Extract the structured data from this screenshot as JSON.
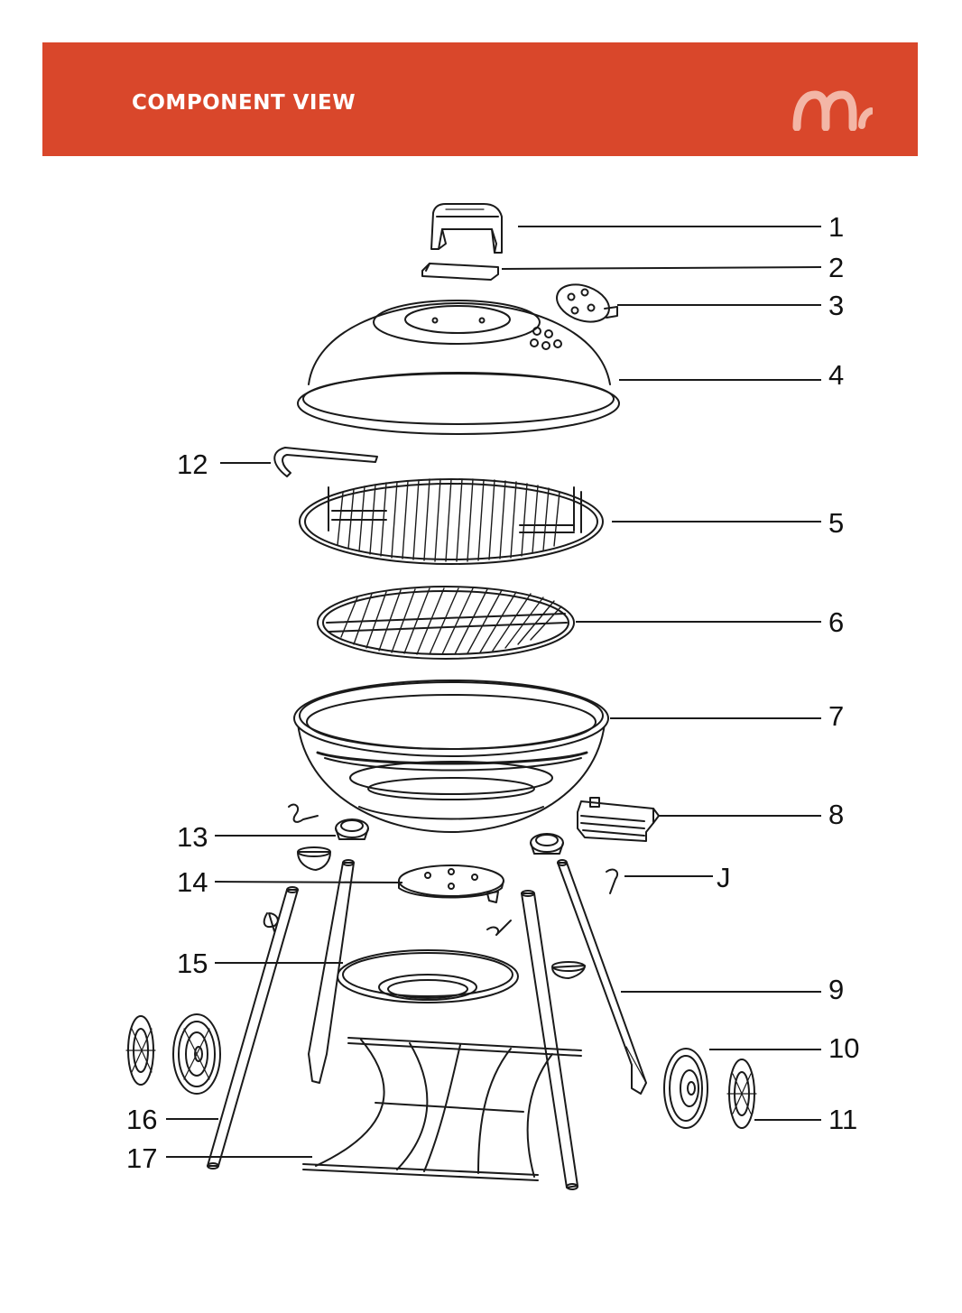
{
  "header": {
    "title": "COMPONENT VIEW",
    "background_color": "#d9472b",
    "logo_icon": "brand-m-logo"
  },
  "callouts": {
    "c1": "1",
    "c2": "2",
    "c3": "3",
    "c4": "4",
    "c5": "5",
    "c6": "6",
    "c7": "7",
    "c8": "8",
    "cJ": "J",
    "c9": "9",
    "c10": "10",
    "c11": "11",
    "c12": "12",
    "c13": "13",
    "c14": "14",
    "c15": "15",
    "c16": "16",
    "c17": "17"
  }
}
